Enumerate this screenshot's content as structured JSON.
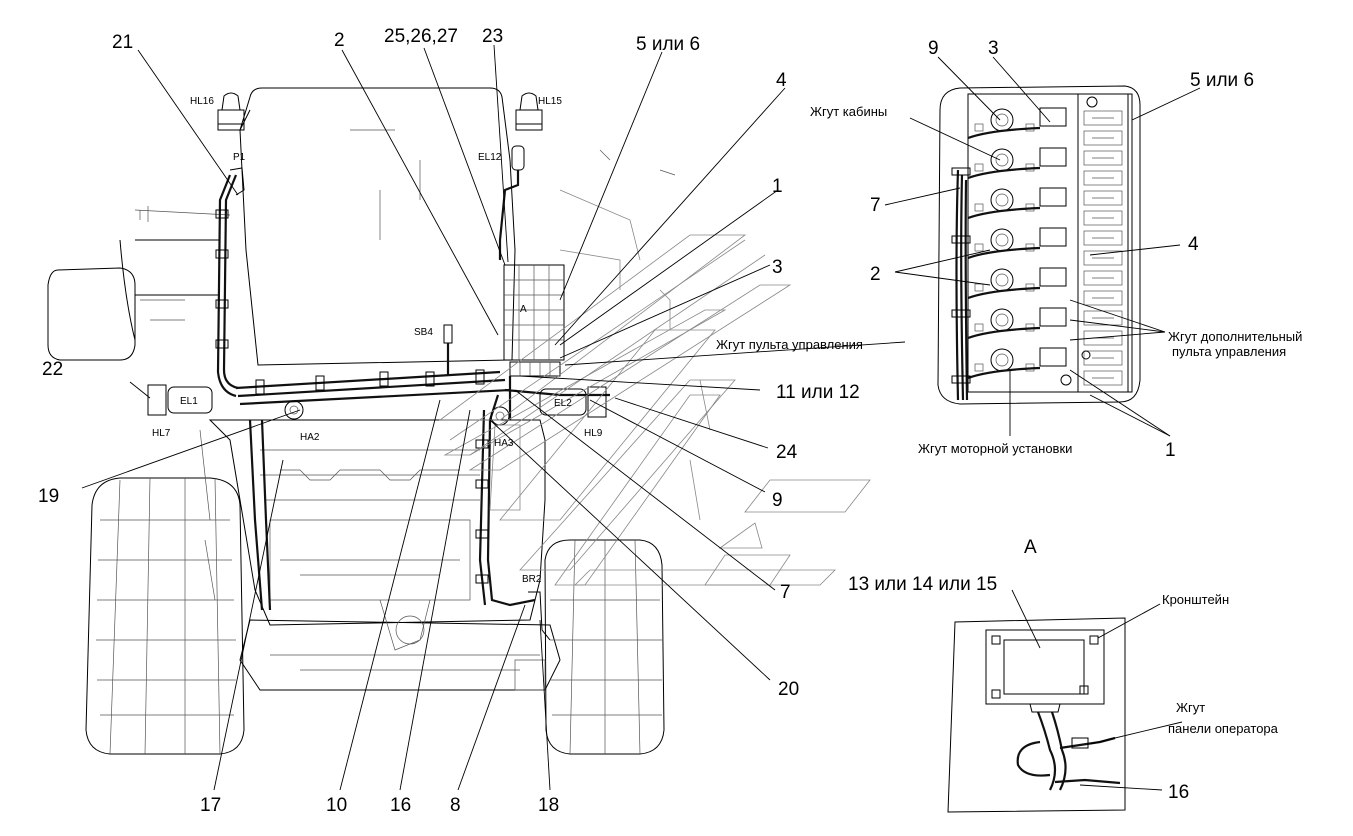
{
  "callouts": {
    "n21": "21",
    "n2_top": "2",
    "n25_27": "25,26,27",
    "n23": "23",
    "n5or6_top": "5 или 6",
    "n4": "4",
    "n1": "1",
    "n3": "3",
    "n22": "22",
    "n11or12": "11 или 12",
    "n24": "24",
    "n9": "9",
    "n7": "7",
    "n19": "19",
    "n20": "20",
    "n17": "17",
    "n10": "10",
    "n16": "16",
    "n8": "8",
    "n18": "18"
  },
  "component_labels": {
    "hl16": "HL16",
    "hl15": "HL15",
    "p1": "P1",
    "el12": "EL12",
    "sb4": "SB4",
    "el1": "EL1",
    "el2": "EL2",
    "hl7": "HL7",
    "hl9": "HL9",
    "ha2": "HA2",
    "ha3": "HA3",
    "a_small": "A",
    "br2": "BR2"
  },
  "harness_labels": {
    "control_panel": "Жгут пульта управления"
  },
  "detail_panel": {
    "n9": "9",
    "n3": "3",
    "n5or6": "5 или 6",
    "cab_harness": "Жгут кабины",
    "n7": "7",
    "n4": "4",
    "n2": "2",
    "extra_panel_line1": "Жгут дополнительный",
    "extra_panel_line2": "пульта управления",
    "engine_harness": "Жгут моторной установки",
    "n1": "1"
  },
  "detail_a": {
    "view_label": "А",
    "part_numbers": "13 или 14 или 15",
    "bracket": "Кронштейн",
    "operator_line1": "Жгут",
    "operator_line2": "панели оператора",
    "n16": "16"
  }
}
